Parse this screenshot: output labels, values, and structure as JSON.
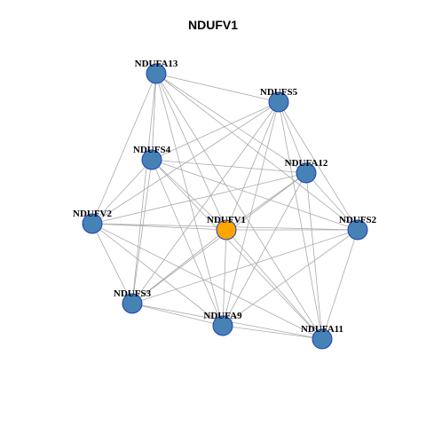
{
  "title": "NDUFV1",
  "colors": {
    "hub": "#FFA500",
    "neighbor": "#4682B4",
    "edge": "#aaaaaa",
    "node_border": "#1f3fbf"
  },
  "network": {
    "hub": "NDUFV1",
    "nodes": [
      "NDUFA13",
      "NDUFS5",
      "NDUFS4",
      "NDUFA12",
      "NDUFV2",
      "NDUFV1",
      "NDUFS2",
      "NDUFS3",
      "NDUFA9",
      "NDUFA11"
    ],
    "edges": [
      [
        "NDUFA13",
        "NDUFS5"
      ],
      [
        "NDUFA13",
        "NDUFS4"
      ],
      [
        "NDUFA13",
        "NDUFA12"
      ],
      [
        "NDUFA13",
        "NDUFV2"
      ],
      [
        "NDUFA13",
        "NDUFV1"
      ],
      [
        "NDUFA13",
        "NDUFS2"
      ],
      [
        "NDUFA13",
        "NDUFS3"
      ],
      [
        "NDUFA13",
        "NDUFA9"
      ],
      [
        "NDUFA13",
        "NDUFA11"
      ],
      [
        "NDUFS5",
        "NDUFS4"
      ],
      [
        "NDUFS5",
        "NDUFA12"
      ],
      [
        "NDUFS5",
        "NDUFV2"
      ],
      [
        "NDUFS5",
        "NDUFV1"
      ],
      [
        "NDUFS5",
        "NDUFS2"
      ],
      [
        "NDUFS5",
        "NDUFS3"
      ],
      [
        "NDUFS5",
        "NDUFA9"
      ],
      [
        "NDUFS5",
        "NDUFA11"
      ],
      [
        "NDUFS4",
        "NDUFA12"
      ],
      [
        "NDUFS4",
        "NDUFV2"
      ],
      [
        "NDUFS4",
        "NDUFV1"
      ],
      [
        "NDUFS4",
        "NDUFS2"
      ],
      [
        "NDUFS4",
        "NDUFS3"
      ],
      [
        "NDUFS4",
        "NDUFA9"
      ],
      [
        "NDUFS4",
        "NDUFA11"
      ],
      [
        "NDUFA12",
        "NDUFV2"
      ],
      [
        "NDUFA12",
        "NDUFV1"
      ],
      [
        "NDUFA12",
        "NDUFS2"
      ],
      [
        "NDUFA12",
        "NDUFS3"
      ],
      [
        "NDUFA12",
        "NDUFA9"
      ],
      [
        "NDUFA12",
        "NDUFA11"
      ],
      [
        "NDUFV2",
        "NDUFV1"
      ],
      [
        "NDUFV2",
        "NDUFS2"
      ],
      [
        "NDUFV2",
        "NDUFS3"
      ],
      [
        "NDUFV2",
        "NDUFA9"
      ],
      [
        "NDUFV2",
        "NDUFA11"
      ],
      [
        "NDUFV1",
        "NDUFS2"
      ],
      [
        "NDUFV1",
        "NDUFS3"
      ],
      [
        "NDUFV1",
        "NDUFA9"
      ],
      [
        "NDUFV1",
        "NDUFA11"
      ],
      [
        "NDUFS2",
        "NDUFS3"
      ],
      [
        "NDUFS2",
        "NDUFA9"
      ],
      [
        "NDUFS2",
        "NDUFA11"
      ],
      [
        "NDUFS3",
        "NDUFA9"
      ],
      [
        "NDUFS3",
        "NDUFA11"
      ],
      [
        "NDUFA9",
        "NDUFA11"
      ]
    ]
  }
}
